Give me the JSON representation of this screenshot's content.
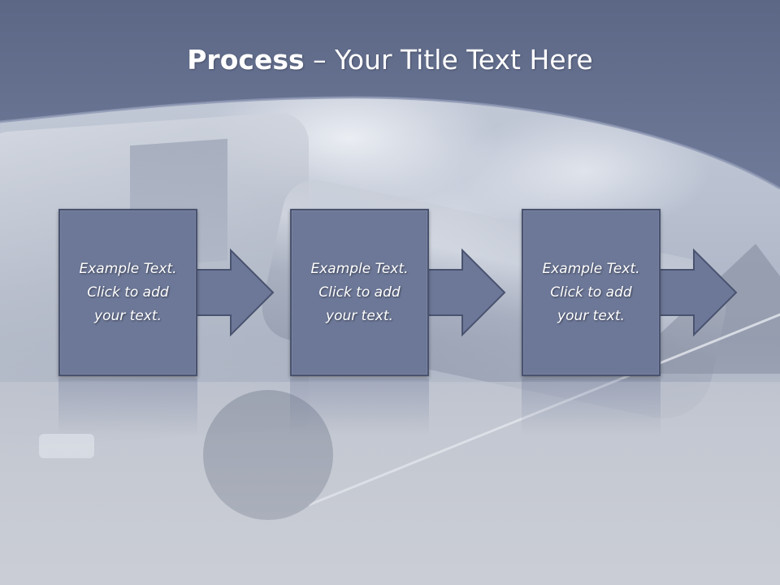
{
  "slide": {
    "title_bold": "Process",
    "title_rest": " – Your Title Text Here"
  },
  "steps": [
    {
      "text": "Example Text.\nClick  to add\nyour text."
    },
    {
      "text": "Example Text.\nClick  to add\nyour text."
    },
    {
      "text": "Example Text.\nClick  to add\nyour text."
    }
  ],
  "colors": {
    "header": "#5f6a8a",
    "box_fill": "#6d7898",
    "box_border": "#49536f",
    "text": "#ffffff"
  },
  "icons": [
    "right-arrow-icon"
  ]
}
